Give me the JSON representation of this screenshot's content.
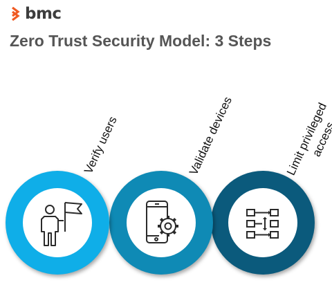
{
  "brand": {
    "name": "bmc",
    "color": "#f05a22"
  },
  "title": "Zero Trust Security Model: 3 Steps",
  "steps": [
    {
      "label": "Verify users",
      "color": "#0faee8",
      "icon": "user-flag-icon"
    },
    {
      "label": "Validate devices",
      "color": "#0f8ab5",
      "icon": "mobile-gear-icon"
    },
    {
      "label_lines": [
        "Limit privileged",
        "access"
      ],
      "color": "#0b5a7c",
      "icon": "access-flow-icon"
    }
  ]
}
